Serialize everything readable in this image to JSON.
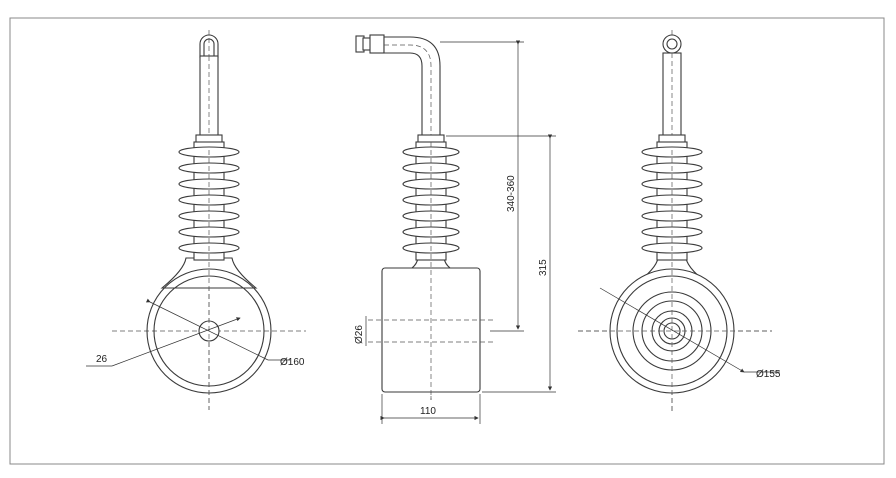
{
  "dimensions": {
    "front_dim_26": "26",
    "front_dim_160": "Ø160",
    "side_dim_26": "Ø26",
    "side_dim_340": "340-360",
    "side_dim_315": "315",
    "side_dim_110": "110",
    "right_dim_155": "Ø155"
  },
  "colors": {
    "line": "#3a3a3a",
    "border": "#888888",
    "background": "#ffffff"
  }
}
